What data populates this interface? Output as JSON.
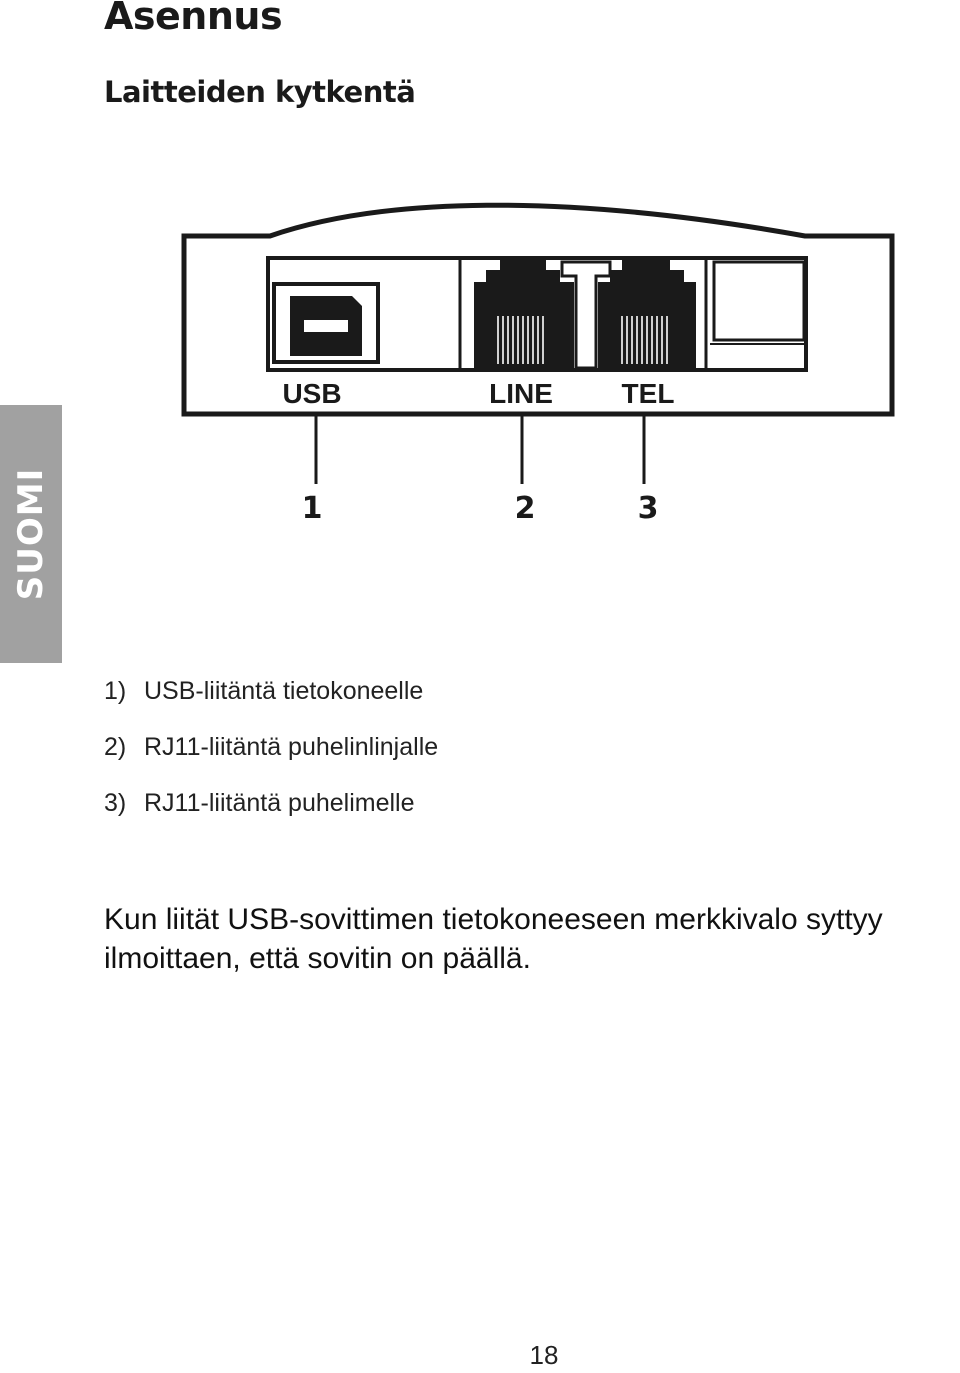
{
  "heading": {
    "title": "Asennus",
    "subtitle": "Laitteiden kytkentä"
  },
  "side_tab": {
    "label": "SUOMI"
  },
  "diagram": {
    "ports": [
      {
        "label": "USB",
        "callout": "1"
      },
      {
        "label": "LINE",
        "callout": "2"
      },
      {
        "label": "TEL",
        "callout": "3"
      }
    ]
  },
  "legend": [
    {
      "num": "1)",
      "text": "USB-liitäntä tietokoneelle"
    },
    {
      "num": "2)",
      "text": "RJ11-liitäntä puhelinlinjalle"
    },
    {
      "num": "3)",
      "text": "RJ11-liitäntä puhelimelle"
    }
  ],
  "body": {
    "line1": "Kun liität USB-sovittimen tietokoneeseen merkkivalo syttyy",
    "line2": "ilmoittaen, että sovitin on päällä."
  },
  "page": {
    "number": "18"
  }
}
